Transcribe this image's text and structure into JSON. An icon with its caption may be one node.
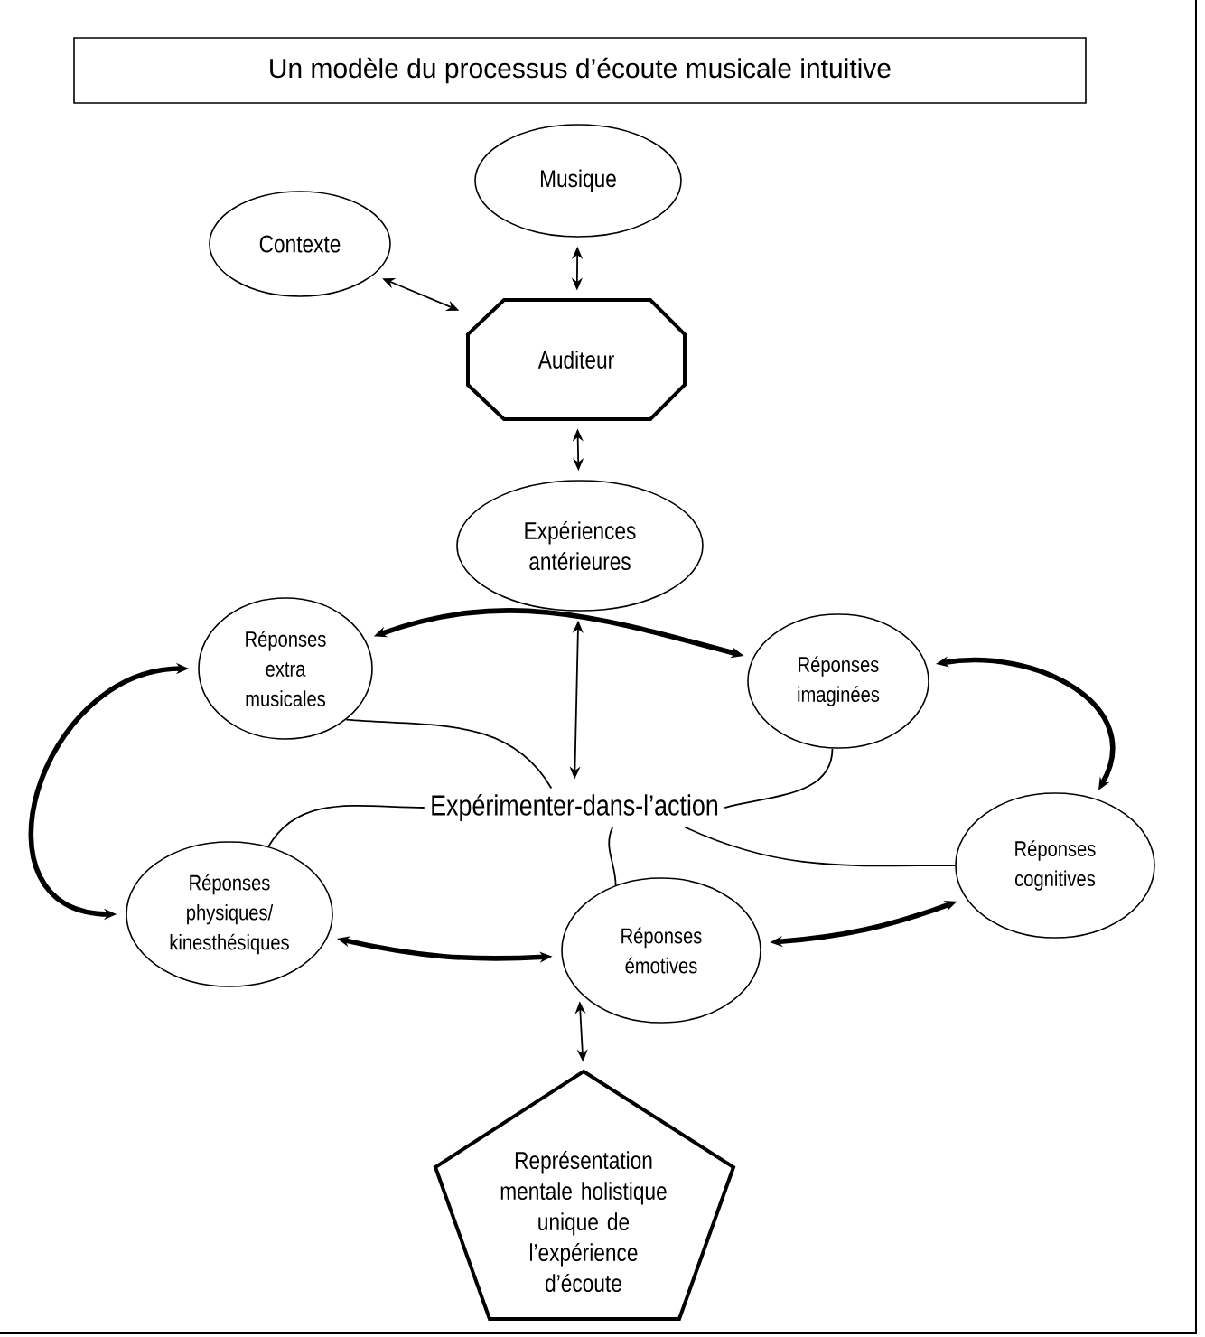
{
  "diagram": {
    "title": "Un modèle du processus d’écoute musicale intuitive",
    "nodes": [
      {
        "text": [
          "Musique"
        ]
      },
      {
        "text": [
          "Contexte"
        ]
      },
      {
        "text": [
          "Auditeur"
        ]
      },
      {
        "text": [
          "Expériences antérieures"
        ]
      },
      {
        "text": [
          "Réponses extra musicales"
        ]
      },
      {
        "text": [
          "Réponses imaginées"
        ]
      },
      {
        "text": [
          "Expérimenter-dans-l’action"
        ]
      },
      {
        "text": [
          "Réponses physiques/ kinesthésiques"
        ]
      },
      {
        "text": [
          "Réponses émotives"
        ]
      },
      {
        "text": [
          "Réponses cognitives"
        ]
      },
      {
        "text": [
          "Représentation mentale holistique unique de l’expérience d’écoute"
        ]
      }
    ],
    "edges": [
      {
        "from": 0,
        "to": 2,
        "arrow": "both"
      },
      {
        "from": 1,
        "to": 2,
        "arrow": "both"
      },
      {
        "from": 2,
        "to": 3,
        "arrow": "both"
      },
      {
        "from": 3,
        "to": 6,
        "arrow": "both"
      },
      {
        "from": 4,
        "to": 5,
        "arrow": "both",
        "style": "thick"
      },
      {
        "from": 4,
        "to": 7,
        "arrow": "both",
        "style": "thick"
      },
      {
        "from": 7,
        "to": 8,
        "arrow": "both",
        "style": "thick"
      },
      {
        "from": 8,
        "to": 9,
        "arrow": "both",
        "style": "thick"
      },
      {
        "from": 9,
        "to": 5,
        "arrow": "both",
        "style": "thick"
      },
      {
        "from": 8,
        "to": 10,
        "arrow": "both"
      },
      {
        "from": 6,
        "to": 4,
        "arrow": "none"
      },
      {
        "from": 6,
        "to": 7,
        "arrow": "none"
      },
      {
        "from": 6,
        "to": 5,
        "arrow": "none"
      },
      {
        "from": 6,
        "to": 9,
        "arrow": "none"
      },
      {
        "from": 6,
        "to": 8,
        "arrow": "none"
      }
    ]
  }
}
